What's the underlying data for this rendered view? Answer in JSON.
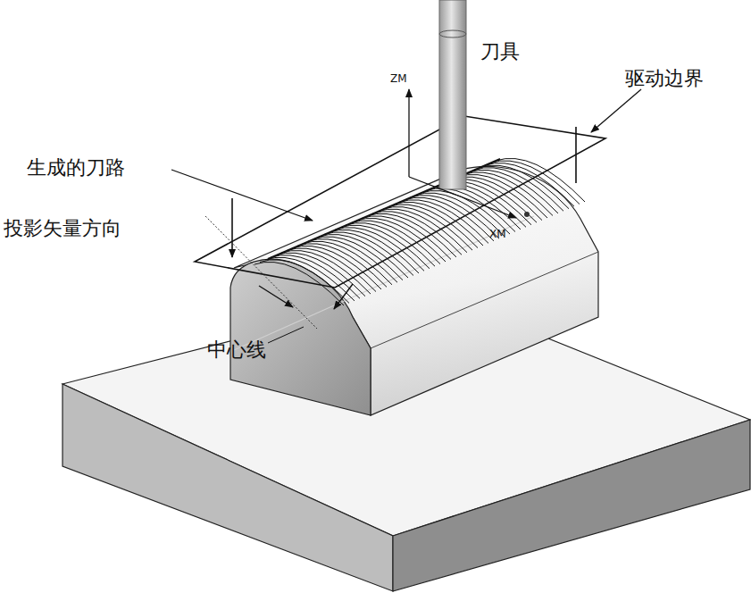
{
  "diagram": {
    "labels": [
      "刀具",
      "驱动边界",
      "生成的刀路",
      "投影矢量方向",
      "中心线",
      "ZM",
      "XM"
    ]
  }
}
